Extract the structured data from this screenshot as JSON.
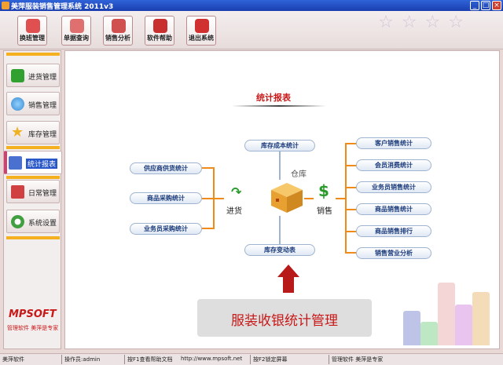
{
  "window": {
    "title": "美萍服装销售管理系统 2011v3"
  },
  "toolbar": [
    {
      "label": "换班管理",
      "icon": "people-icon",
      "color": "#e05050"
    },
    {
      "label": "单据查询",
      "icon": "document-search-icon",
      "color": "#e07070"
    },
    {
      "label": "销售分析",
      "icon": "chart-icon",
      "color": "#d05050"
    },
    {
      "label": "软件帮助",
      "icon": "help-icon",
      "color": "#c83030"
    },
    {
      "label": "退出系统",
      "icon": "power-icon",
      "color": "#d03030"
    }
  ],
  "sidebar": [
    {
      "label": "进货管理",
      "icon": "plus-icon",
      "color": "#30a030"
    },
    {
      "label": "销售管理",
      "icon": "globe-icon",
      "color": "#3a8ad0"
    },
    {
      "label": "库存管理",
      "icon": "star-icon",
      "color": "#f0b020"
    },
    {
      "label": "统计报表",
      "icon": "bar-chart-icon",
      "color": "#4a70d0",
      "active": true
    },
    {
      "label": "日常管理",
      "icon": "calendar-icon",
      "color": "#d04040"
    },
    {
      "label": "系统设置",
      "icon": "gear-icon",
      "color": "#40a040"
    }
  ],
  "brand": {
    "logo": "MPSOFT",
    "slogan": "管理软件 美萍是专家"
  },
  "main": {
    "title": "统计报表",
    "purchase_reports": [
      "供应商供货统计",
      "商品采购统计",
      "业务员采购统计"
    ],
    "inventory_top": "库存成本统计",
    "inventory_bottom": "库存变动表",
    "sales_reports": [
      "客户销售统计",
      "会员消费统计",
      "业务员销售统计",
      "商品销售统计",
      "商品销售排行",
      "销售营业分析"
    ],
    "label_purchase": "进货",
    "label_warehouse": "仓库",
    "label_sales": "销售",
    "banner": "服装收银统计管理"
  },
  "statusbar": {
    "app": "美萍软件",
    "operator": "操作员:admin",
    "help": "按F1查看帮助文档",
    "url": "http://www.mpsoft.net",
    "lock": "按F2锁定屏幕",
    "slogan": "管理软件 美萍是专家"
  },
  "colors": {
    "accent": "#f08a18",
    "title": "#c81818",
    "pill_text": "#1a3a7a"
  }
}
